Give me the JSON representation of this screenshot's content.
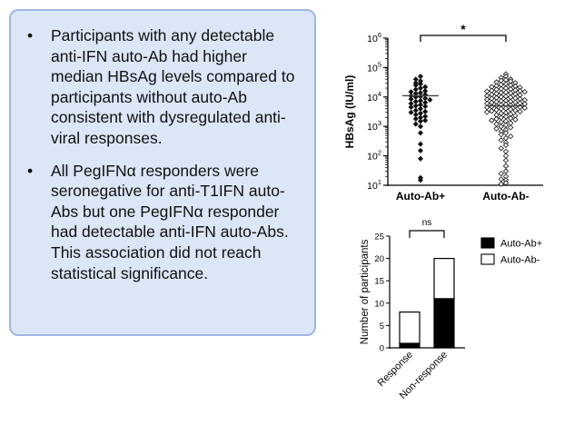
{
  "panel": {
    "bullet_glyph": "•",
    "bullets": [
      "Participants with any detectable anti-IFN auto-Ab had higher median HBsAg levels compared to participants without auto-Ab consistent with dysregulated anti-viral responses.",
      "All PegIFNα responders were seronegative for anti-T1IFN auto-Abs but one PegIFNα responder had detectable anti-IFN auto-Abs. This association did not reach statistical significance."
    ]
  },
  "chart_data": [
    {
      "type": "scatter",
      "ylabel": "HBsAg (IU/ml)",
      "y_scale": "log",
      "ylim": [
        10,
        1000000
      ],
      "y_ticks": [
        {
          "base": "10",
          "exp": "1"
        },
        {
          "base": "10",
          "exp": "2"
        },
        {
          "base": "10",
          "exp": "3"
        },
        {
          "base": "10",
          "exp": "4"
        },
        {
          "base": "10",
          "exp": "5"
        },
        {
          "base": "10",
          "exp": "6"
        }
      ],
      "categories": [
        "Auto-Ab+",
        "Auto-Ab-"
      ],
      "significance": "*",
      "series": [
        {
          "marker": "filled-diamond",
          "median": 11000,
          "values": [
            50000,
            40000,
            35000,
            30000,
            28000,
            25000,
            22000,
            20000,
            18000,
            16000,
            15000,
            14000,
            13000,
            12000,
            11000,
            10500,
            10000,
            9000,
            8500,
            8000,
            7500,
            7000,
            6500,
            6000,
            5500,
            5000,
            4800,
            4500,
            4000,
            3500,
            3200,
            3000,
            2800,
            2500,
            2200,
            2000,
            1800,
            1600,
            1500,
            1200,
            1000,
            600,
            250,
            150,
            80,
            18,
            15
          ]
        },
        {
          "marker": "open-diamond",
          "median": 5000,
          "values": [
            60000,
            50000,
            45000,
            40000,
            38000,
            36000,
            34000,
            32000,
            30000,
            28000,
            26000,
            25000,
            24000,
            23000,
            22000,
            21000,
            20000,
            19000,
            18500,
            18000,
            17000,
            16500,
            16000,
            15500,
            15000,
            14500,
            14000,
            13500,
            13000,
            12500,
            12000,
            11500,
            11000,
            10500,
            10000,
            9700,
            9400,
            9100,
            8800,
            8500,
            8200,
            7900,
            7600,
            7300,
            7000,
            6800,
            6600,
            6400,
            6200,
            6000,
            5800,
            5600,
            5400,
            5200,
            5000,
            4850,
            4700,
            4550,
            4400,
            4250,
            4100,
            3950,
            3800,
            3650,
            3500,
            3350,
            3200,
            3050,
            2900,
            2750,
            2600,
            2450,
            2300,
            2150,
            2000,
            1900,
            1800,
            1700,
            1600,
            1500,
            1400,
            1300,
            1200,
            1100,
            1000,
            920,
            840,
            760,
            680,
            600,
            530,
            460,
            400,
            340,
            280,
            230,
            180,
            140,
            100,
            70,
            45,
            30,
            20,
            15,
            12,
            11,
            16,
            25
          ]
        }
      ]
    },
    {
      "type": "bar",
      "stacked": true,
      "ylabel": "Number of participants",
      "ylim": [
        0,
        25
      ],
      "y_ticks": [
        0,
        5,
        10,
        15,
        20,
        25
      ],
      "categories": [
        "Response",
        "Non-response"
      ],
      "significance": "ns",
      "legend_position": "right",
      "series": [
        {
          "name": "Auto-Ab+",
          "color": "#000000",
          "values": [
            1,
            11
          ]
        },
        {
          "name": "Auto-Ab-",
          "color": "#ffffff",
          "values": [
            7,
            9
          ]
        }
      ]
    }
  ]
}
